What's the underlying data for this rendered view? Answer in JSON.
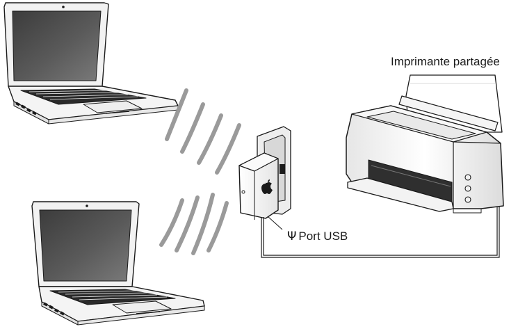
{
  "labels": {
    "printer": "Imprimante partagée",
    "usb_port": "Port USB",
    "usb_symbol": "Ψ"
  },
  "colors": {
    "line": "#1a1a1a",
    "screen": "#4a4a4a",
    "screen_light": "#8a8a8a",
    "body": "#f4f4f4",
    "keys": "#2a2a2a",
    "wave": "#9a9a9a"
  },
  "icons": [
    "laptop-icon",
    "laptop-icon",
    "wifi-waves-icon",
    "airport-express-icon",
    "apple-logo-icon",
    "printer-icon",
    "usb-icon"
  ]
}
